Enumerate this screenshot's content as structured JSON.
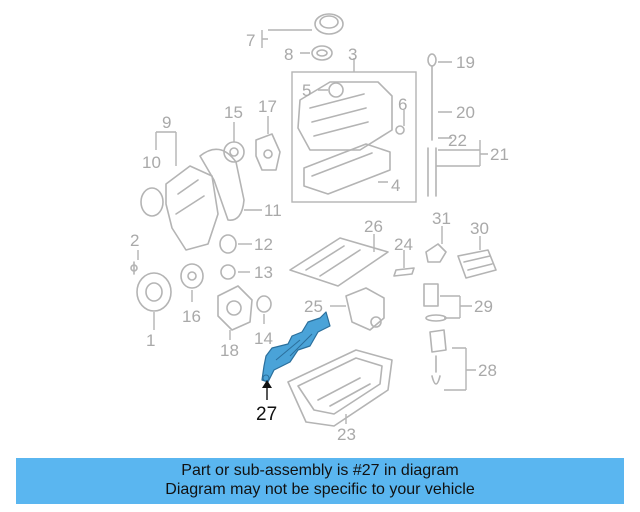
{
  "diagram": {
    "highlighted_part": "27",
    "callouts": [
      "1",
      "2",
      "3",
      "4",
      "5",
      "6",
      "7",
      "8",
      "9",
      "10",
      "11",
      "12",
      "13",
      "14",
      "15",
      "16",
      "17",
      "18",
      "19",
      "20",
      "21",
      "22",
      "23",
      "24",
      "25",
      "26",
      "27",
      "28",
      "29",
      "30",
      "31"
    ]
  },
  "banner": {
    "line1": "Part or sub-assembly is #27 in diagram",
    "line2": "Diagram may not be specific to your vehicle",
    "color": "#5ab6f0"
  },
  "colors": {
    "linework": "#b4b4b4",
    "highlight": "#4aa3d8",
    "callout_text": "#a9a9a9"
  }
}
